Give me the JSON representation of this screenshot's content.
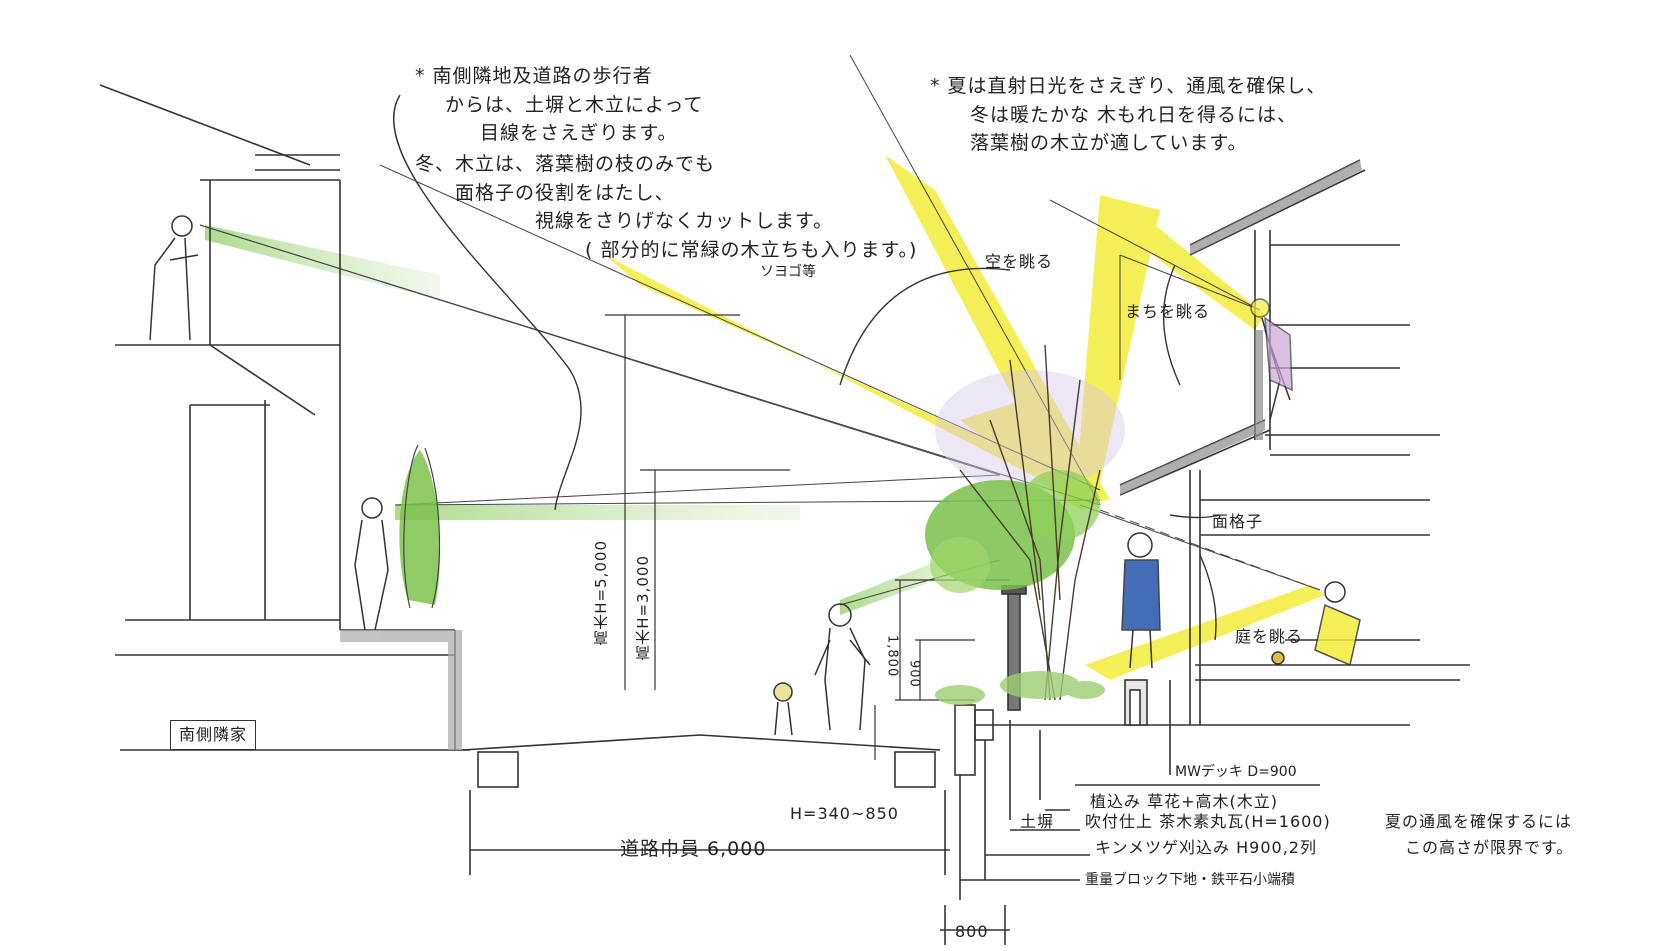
{
  "notes": {
    "left_block": {
      "line1": "* 南側隣地及道路の歩行者",
      "line2": "からは、土塀と木立によって",
      "line3": "目線をさえぎります。",
      "line4": "冬、木立は、落葉樹の枝のみでも",
      "line5": "面格子の役割をはたし、",
      "line6": "視線をさりげなくカットします。",
      "line7": "( 部分的に常緑の木立ちも入ります。)",
      "line8": "ソヨゴ等"
    },
    "right_block": {
      "line1": "* 夏は直射日光をさえぎり、通風を確保し、",
      "line2": "冬は暖たかな 木もれ日を得るには、",
      "line3": "落葉樹の木立が適しています。"
    }
  },
  "labels": {
    "sky": "空を眺る",
    "town": "まちを眺る",
    "garden": "庭を眺る",
    "lattice": "面格子",
    "neighbor": "南側隣家",
    "road_width": "道路巾員 6,000",
    "tall_tree_5000": "高木H=5,000",
    "tall_tree_3000": "高木H=3,000",
    "h1800": "1,800",
    "h900": "900",
    "wall_height": "H=340~850",
    "w800": "800",
    "deck": "MWデッキ D=900",
    "planting": "植込み 草花+高木(木立)",
    "earth_wall": "土塀",
    "spray": "吹付仕上 茶木素丸瓦(H=1600)",
    "spray_note1": "夏の通風を確保するには",
    "spray_note2": "この高さが限界です。",
    "hedge": "キンメツゲ刈込み H900,2列",
    "block": "重量ブロック下地・鉄平石小端積"
  },
  "colors": {
    "sun": "#f3ec3a",
    "foliage": "#7cc24a",
    "sight_green": "#bfe3a6",
    "shadow": "#9a9a9a",
    "blue_person": "#2f5fb0",
    "purple_person": "#c9a6d8"
  }
}
